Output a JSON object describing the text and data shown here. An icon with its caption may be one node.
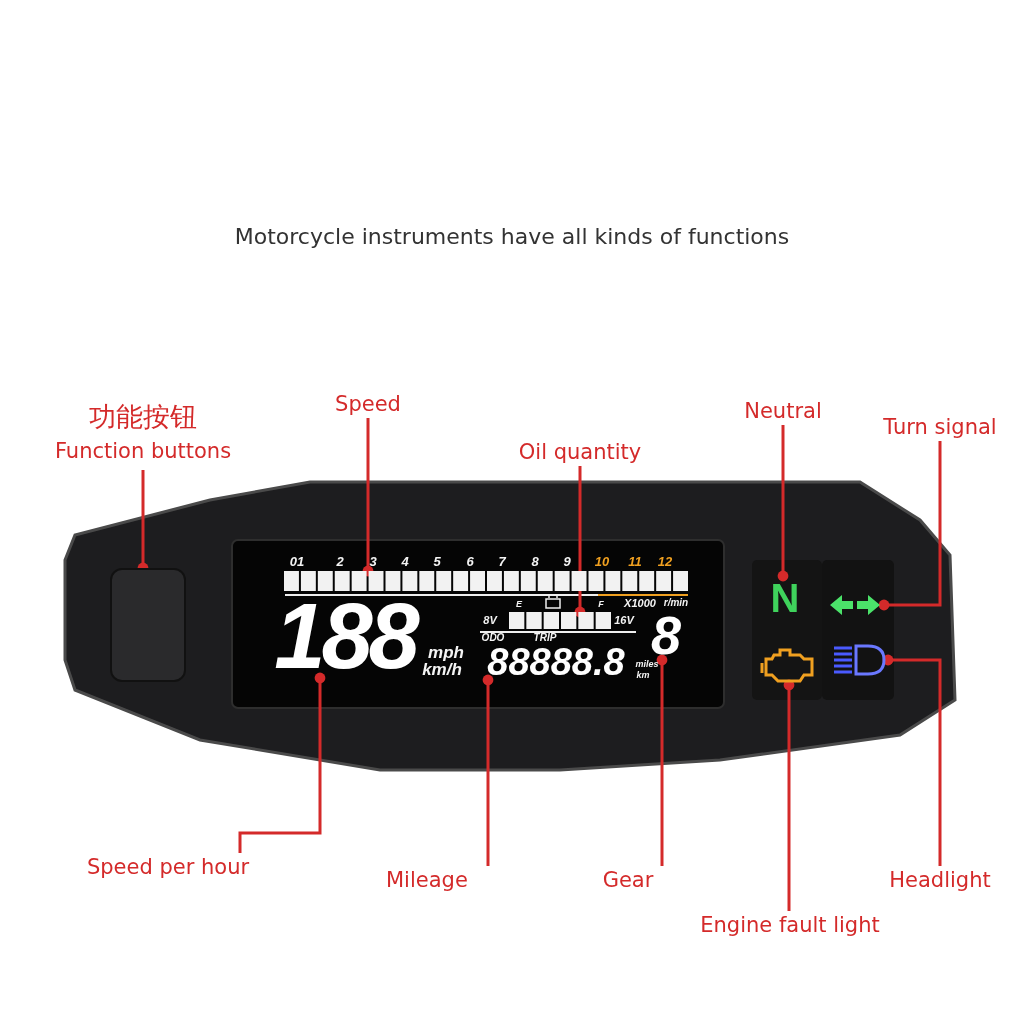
{
  "diagram": {
    "title": "Motorcycle instruments have all kinds of functions",
    "nodes": [
      {
        "text": [
          "功能按钮",
          "Function buttons"
        ]
      },
      {
        "text": [
          "Speed"
        ]
      },
      {
        "text": [
          "Oil quantity"
        ]
      },
      {
        "text": [
          "Neutral"
        ]
      },
      {
        "text": [
          "Turn signal"
        ]
      },
      {
        "text": [
          "Speed per hour"
        ]
      },
      {
        "text": [
          "Mileage"
        ]
      },
      {
        "text": [
          "Gear"
        ]
      },
      {
        "text": [
          "Engine fault light"
        ]
      },
      {
        "text": [
          "Headlight"
        ]
      },
      {
        "text": [],
        "shape": "box"
      },
      {
        "text": [],
        "shape": "bar",
        "beside": [
          "01",
          "2",
          "3",
          "4",
          "5",
          "6",
          "7",
          "8",
          "9",
          "10",
          "11",
          "12"
        ]
      },
      {
        "text": [],
        "shape": "bar",
        "beside": [
          "8V",
          "16V"
        ]
      },
      {
        "text": [
          "N"
        ]
      },
      {
        "text": [],
        "shape": "picture"
      },
      {
        "text": [
          "188"
        ]
      },
      {
        "text": [
          "88888.8"
        ]
      },
      {
        "text": [
          "8"
        ]
      },
      {
        "text": [],
        "shape": "picture"
      },
      {
        "text": [],
        "shape": "picture"
      }
    ],
    "edges": [
      {
        "from": 0,
        "to": 10,
        "arrow": "other"
      },
      {
        "from": 1,
        "to": 11,
        "arrow": "other"
      },
      {
        "from": 2,
        "to": 12,
        "arrow": "other"
      },
      {
        "from": 3,
        "to": 13,
        "arrow": "other"
      },
      {
        "from": 4,
        "to": 14,
        "arrow": "other"
      },
      {
        "from": 5,
        "to": 15,
        "arrow": "other"
      },
      {
        "from": 6,
        "to": 16,
        "arrow": "other"
      },
      {
        "from": 7,
        "to": 17,
        "arrow": "other"
      },
      {
        "from": 8,
        "to": 18,
        "arrow": "other"
      },
      {
        "from": 9,
        "to": 19,
        "arrow": "other"
      }
    ],
    "labels": [
      "E",
      "F",
      "X1000",
      "r/min",
      "ODO",
      "TRIP",
      "mph",
      "km/h",
      "miles",
      "km"
    ]
  }
}
